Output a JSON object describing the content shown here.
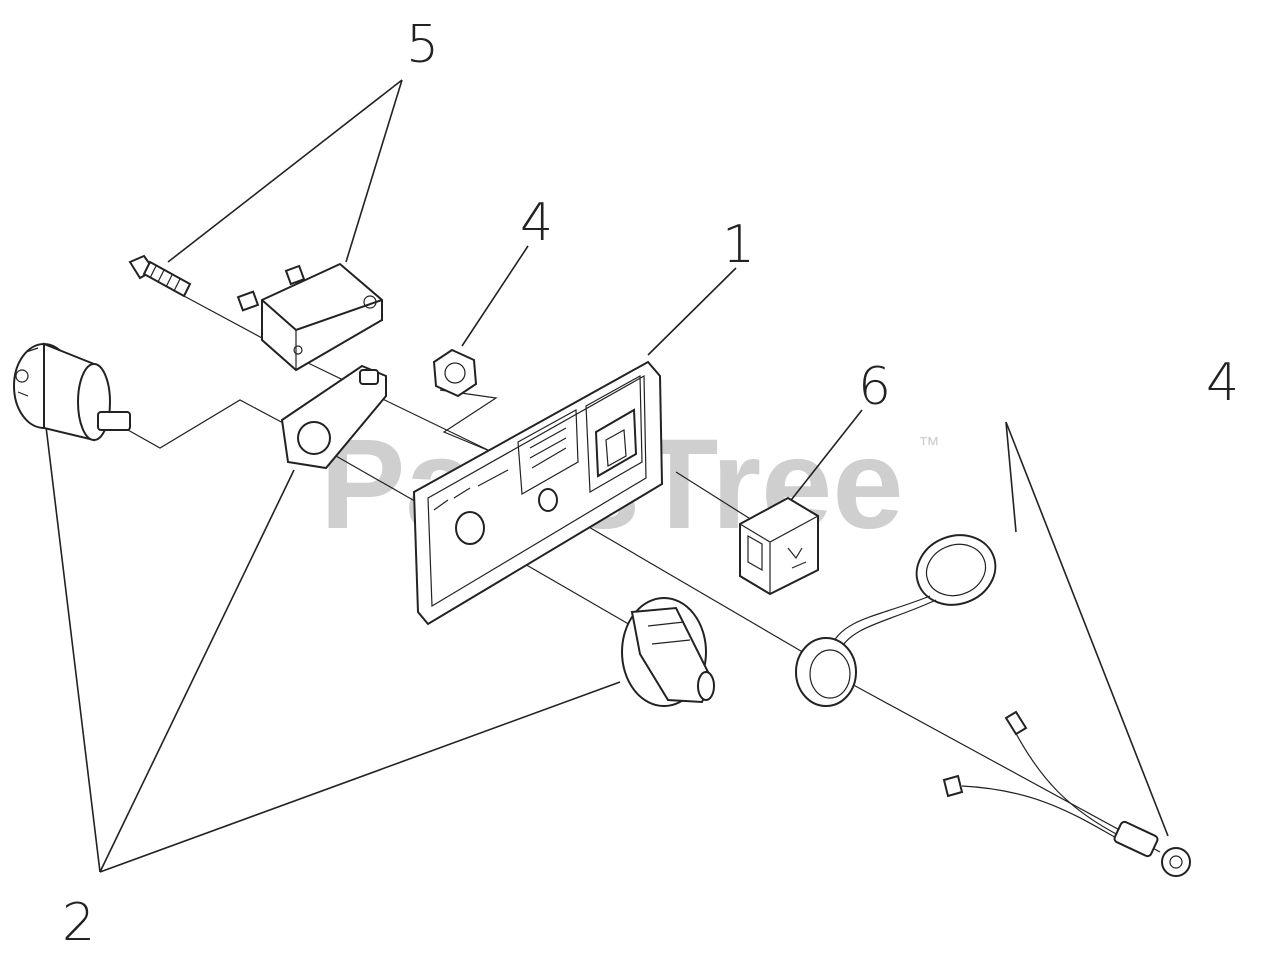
{
  "watermark": {
    "brand": "PartsTree",
    "trademark": "™"
  },
  "callouts": [
    {
      "id": "1",
      "label": "1"
    },
    {
      "id": "2",
      "label": "2"
    },
    {
      "id": "4a",
      "label": "4"
    },
    {
      "id": "4b",
      "label": "4"
    },
    {
      "id": "5",
      "label": "5"
    },
    {
      "id": "6",
      "label": "6"
    }
  ],
  "colors": {
    "line": "#222222",
    "watermark": "#cfcfcf",
    "background": "#ffffff"
  }
}
